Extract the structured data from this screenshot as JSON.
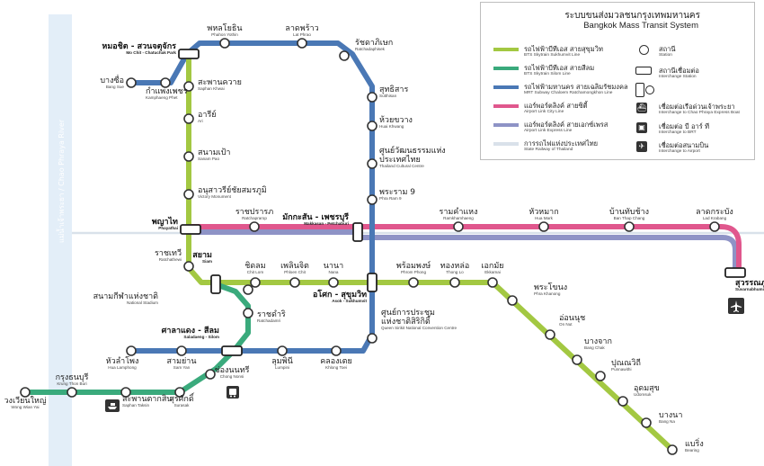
{
  "title": {
    "th": "ระบบขนส่งมวลชนกรุงเทพมหานคร",
    "en": "Bangkok Mass Transit System"
  },
  "lines": [
    {
      "id": "sukhumvit",
      "th": "รถไฟฟ้าบีทีเอส สายสุขุมวิท",
      "en": "BTS Skytrain Sukhumvit Line",
      "color": "#a3c842"
    },
    {
      "id": "silom",
      "th": "รถไฟฟ้าบีทีเอส สายสีลม",
      "en": "BTS Skytrain Silom Line",
      "color": "#3aaa7c"
    },
    {
      "id": "mrt",
      "th": "รถไฟฟ้ามหานคร สายเฉลิมรัชมงคล",
      "en": "MRT Subway Chaloem Ratchamongkhon Line",
      "color": "#4a78b5"
    },
    {
      "id": "arl_city",
      "th": "แอร์พอร์ตลิงค์ สายซิตี้",
      "en": "Airport Link City Line",
      "color": "#e0578d"
    },
    {
      "id": "arl_express",
      "th": "แอร์พอร์ตลิงค์ สายเอกซ์เพรส",
      "en": "Airport Link Express Line",
      "color": "#8e93c6"
    },
    {
      "id": "srt",
      "th": "การรถไฟแห่งประเทศไทย",
      "en": "State Railway of Thailand",
      "color": "#d9e1ea"
    }
  ],
  "legend_symbols": [
    {
      "th": "สถานี",
      "en": "Station",
      "icon": "station-circle"
    },
    {
      "th": "สถานีเชื่อมต่อ",
      "en": "Interchange Station",
      "icon": "interchange-rect"
    },
    {
      "th": "",
      "en": "",
      "icon": "interchange-rect-circle"
    },
    {
      "th": "เชื่อมต่อเรือด่วนเจ้าพระยา",
      "en": "Interchange to Chao Phraya Express Boat",
      "icon": "boat-icon"
    },
    {
      "th": "เชื่อมต่อ บี อาร์ ที",
      "en": "Interchange to BRT",
      "icon": "bus-icon"
    },
    {
      "th": "เชื่อมต่อสนามบิน",
      "en": "Interchange to Airport",
      "icon": "airplane-icon"
    }
  ],
  "railway_label": "แม่น้ำเจ้าพระยา / Chao Phraya River",
  "stations": [
    {
      "th": "หมอชิต - สวนจตุจักร",
      "en": "Mo Chit - Chatuchak Park",
      "interchange": true
    },
    {
      "th": "พหลโยธิน",
      "en": "Phahon Yothin"
    },
    {
      "th": "ลาดพร้าว",
      "en": "Lat Phrao"
    },
    {
      "th": "รัชดาภิเษก",
      "en": "Ratchadaphisek"
    },
    {
      "th": "สุทธิสาร",
      "en": "Sutthisan"
    },
    {
      "th": "ห้วยขวาง",
      "en": "Huai Khwang"
    },
    {
      "th": "ศูนย์วัฒนธรรมแห่ง ประเทศไทย",
      "en": "Thailand Cultural Centre"
    },
    {
      "th": "พระราม 9",
      "en": "Phra Ram 9"
    },
    {
      "th": "บางซื่อ",
      "en": "Bang Sue"
    },
    {
      "th": "กำแพงเพชร",
      "en": "Kamphaeng Phet"
    },
    {
      "th": "สะพานควาย",
      "en": "Saphan Khwai"
    },
    {
      "th": "อารีย์",
      "en": "Ari"
    },
    {
      "th": "สนามเป้า",
      "en": "Sanam Pao"
    },
    {
      "th": "อนุสาวรีย์ชัยสมรภูมิ",
      "en": "Victory Monument"
    },
    {
      "th": "พญาไท",
      "en": "Phayathai",
      "interchange": true
    },
    {
      "th": "ราชปรารภ",
      "en": "Ratchaprarop"
    },
    {
      "th": "มักกะสัน - เพชรบุรี",
      "en": "Makkasan - Petchaburi",
      "interchange": true
    },
    {
      "th": "รามคำแหง",
      "en": "Ramkhamhaeng"
    },
    {
      "th": "หัวหมาก",
      "en": "Hua Mark"
    },
    {
      "th": "บ้านทับช้าง",
      "en": "Ban Thap Chang"
    },
    {
      "th": "ลาดกระบัง",
      "en": "Lad Krabang"
    },
    {
      "th": "สุวรรณภูมิ",
      "en": "Suvarnabhumi Airport",
      "interchange": true
    },
    {
      "th": "ราชเทวี",
      "en": "Ratchathewi"
    },
    {
      "th": "สยาม",
      "en": "Siam",
      "interchange": true
    },
    {
      "th": "ชิดลม",
      "en": "Chit Lom"
    },
    {
      "th": "เพลินจิต",
      "en": "Phloen Chit"
    },
    {
      "th": "นานา",
      "en": "Nana"
    },
    {
      "th": "อโศก - สุขุมวิท",
      "en": "Asok - Sukhumvit",
      "interchange": true
    },
    {
      "th": "พร้อมพงษ์",
      "en": "Phrom Phong"
    },
    {
      "th": "ทองหล่อ",
      "en": "Thong Lo"
    },
    {
      "th": "เอกมัย",
      "en": "Ekkamai"
    },
    {
      "th": "พระโขนง",
      "en": "Phra Khanong"
    },
    {
      "th": "อ่อนนุช",
      "en": "On Nut"
    },
    {
      "th": "บางจาก",
      "en": "Bang Chak"
    },
    {
      "th": "ปุณณวิถี",
      "en": "Punnawithi"
    },
    {
      "th": "อุดมสุข",
      "en": "Udomsuk"
    },
    {
      "th": "บางนา",
      "en": "Bang Na"
    },
    {
      "th": "แบริ่ง",
      "en": "Bearing"
    },
    {
      "th": "สนามกีฬาแห่งชาติ",
      "en": "National Stadium"
    },
    {
      "th": "ราชดำริ",
      "en": "Ratchadamri"
    },
    {
      "th": "ศาลาแดง - สีลม",
      "en": "Saladaeng - Silom",
      "interchange": true
    },
    {
      "th": "ศูนย์การประชุม แห่งชาติสิริกิติ์",
      "en": "Queen Sirikit National Convention Centre"
    },
    {
      "th": "หัวลำโพง",
      "en": "Hua Lamphong"
    },
    {
      "th": "สามย่าน",
      "en": "Sam Yan"
    },
    {
      "th": "ลุมพินี",
      "en": "Lumpini"
    },
    {
      "th": "คลองเตย",
      "en": "Khlong Toei"
    },
    {
      "th": "ช่องนนทรี",
      "en": "Chong Nonsi"
    },
    {
      "th": "สุรศักดิ์",
      "en": "Surasak"
    },
    {
      "th": "สะพานตากสิน",
      "en": "Saphan Taksin"
    },
    {
      "th": "กรุงธนบุรี",
      "en": "Krung Thon Buri"
    },
    {
      "th": "วงเวียนใหญ่",
      "en": "Wong Wian Yai"
    }
  ]
}
